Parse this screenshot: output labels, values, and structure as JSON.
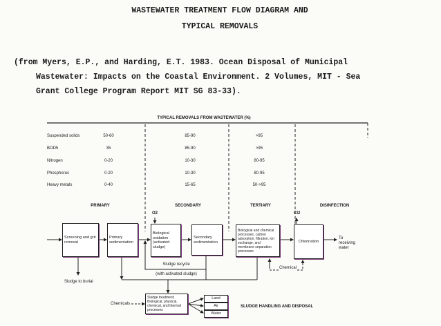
{
  "title": {
    "line1": "WASTEWATER TREATMENT FLOW DIAGRAM AND",
    "line2": "TYPICAL REMOVALS"
  },
  "citation": [
    "(from Myers, E.P., and Harding, E.T. 1983.  Ocean Disposal of Municipal",
    "Wastewater: Impacts on the Coastal Environment.  2 Volumes, MIT - Sea",
    "Grant College Program Report MIT SG 83-33)."
  ],
  "removals": {
    "header": "TYPICAL REMOVALS FROM WASTEWATER (%)",
    "rows": [
      {
        "label": "Suspended solids",
        "primary": "50-60",
        "secondary": "85-90",
        "tertiary": ">95"
      },
      {
        "label": "BOD5",
        "primary": "35",
        "secondary": "85-90",
        "tertiary": ">95"
      },
      {
        "label": "Nitrogen",
        "primary": "0-20",
        "secondary": "10-30",
        "tertiary": "80-95"
      },
      {
        "label": "Phosphorus",
        "primary": "0-20",
        "secondary": "10-30",
        "tertiary": "80-95"
      },
      {
        "label": "Heavy metals",
        "primary": "0-40",
        "secondary": "15-65",
        "tertiary": "50->95"
      }
    ]
  },
  "stages": {
    "primary": "PRIMARY",
    "secondary": "SECONDARY",
    "tertiary": "TERTIARY",
    "disinfection": "DISINFECTION"
  },
  "boxes": {
    "screening": "Screening and grit removal",
    "primary_sed": "Primary sedimentation",
    "bio_ox": "Biological oxidation (activated sludge)",
    "secondary_sed": "Secondary sedimentation",
    "tertiary": "Biological and chemical processes, carbon adsorption, filtration, ion exchange, and membrane separation processes",
    "chlorination": "Chlorination",
    "sludge_treatment": "Sludge treatment; Biological, physical, chemical, and thermal processes",
    "land": "Land",
    "air": "Air",
    "water": "Water"
  },
  "labels": {
    "o2": "O2",
    "cl2": "Cl2",
    "receiving": "To receiving water",
    "burial": "Sludge to burial",
    "recycle": "Sludge recycle",
    "recycle_sub": "(with activated sludge)",
    "chemicals": "Chemicals",
    "chemical": "Chemical",
    "sludge_handling": "SLUDGE HANDLING AND DISPOSAL"
  }
}
